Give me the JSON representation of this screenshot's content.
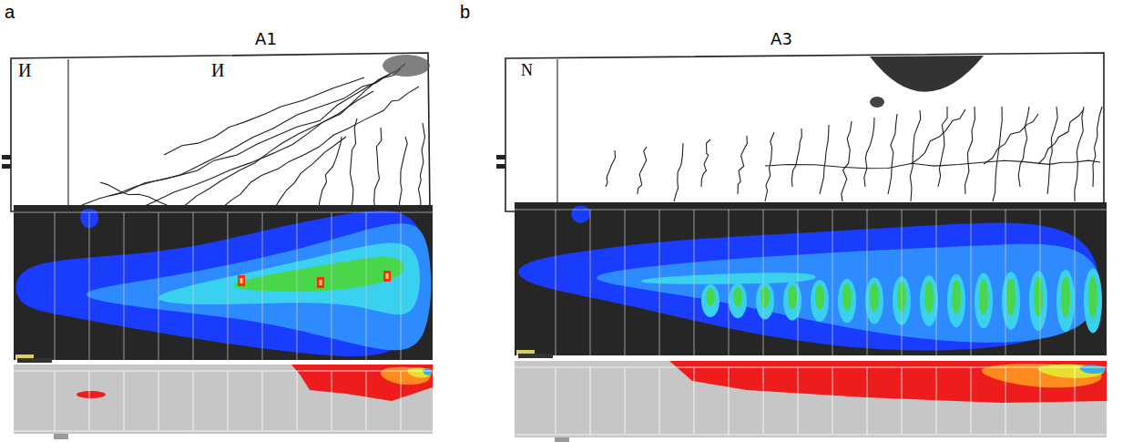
{
  "diagram": {
    "labels": [
      "a",
      "b",
      "A1",
      "A3",
      "И",
      "И",
      "N"
    ]
  }
}
